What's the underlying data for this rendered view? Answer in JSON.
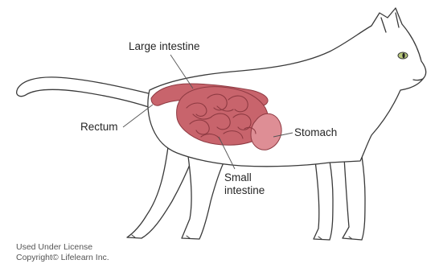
{
  "labels": {
    "large_intestine": "Large intestine",
    "rectum": "Rectum",
    "stomach": "Stomach",
    "small_intestine_line1": "Small",
    "small_intestine_line2": "intestine"
  },
  "credits": {
    "line1": "Used Under License",
    "line2": "Copyright© Lifelearn Inc."
  },
  "colors": {
    "outline": "#3a3a3a",
    "organ_fill": "#c8646c",
    "organ_light": "#de8e95",
    "organ_dark": "#8e3a42",
    "eye": "#b7c77a",
    "leader": "#555555"
  }
}
